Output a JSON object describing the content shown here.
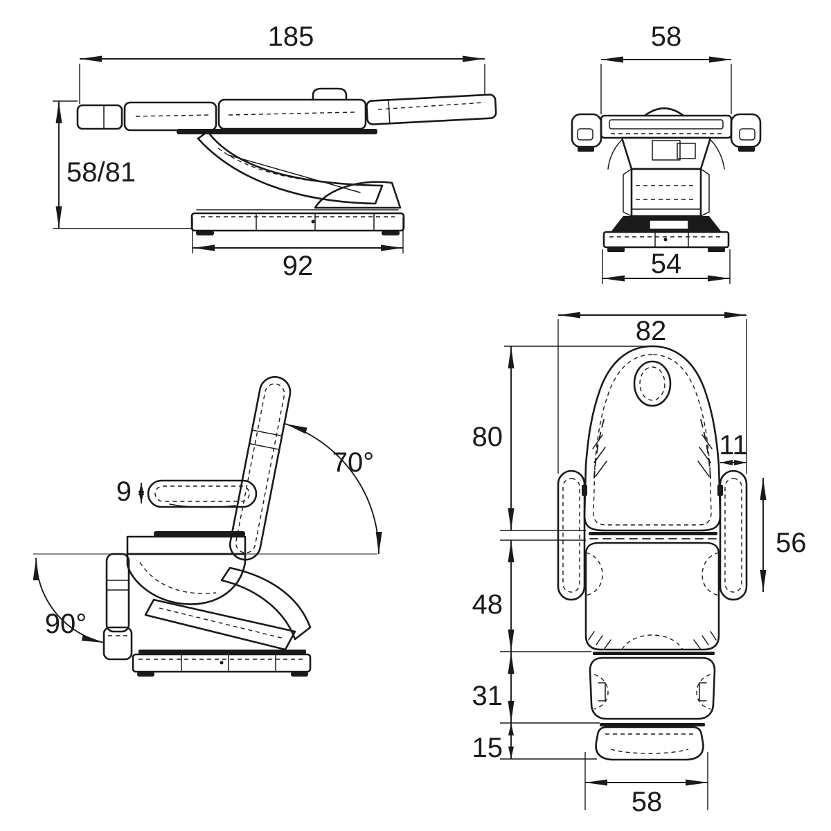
{
  "page": {
    "background": "#ffffff",
    "ink_color": "#1a1a1a",
    "reference_line_color": "#8f8f8f"
  },
  "views": {
    "side_flat": {
      "length_overall": "185",
      "height_range": "58/81",
      "base_length": "92"
    },
    "front": {
      "width_top": "58",
      "width_base": "54"
    },
    "side_chair": {
      "backrest_angle": "70°",
      "footrest_angle": "90°",
      "armrest_height": "9"
    },
    "top": {
      "width_overall": "82",
      "backrest_length": "80",
      "armrest_width": "11",
      "armrest_length": "56",
      "seat_length": "48",
      "legrest_length": "31",
      "footrest_length": "15",
      "seat_width": "58"
    }
  }
}
